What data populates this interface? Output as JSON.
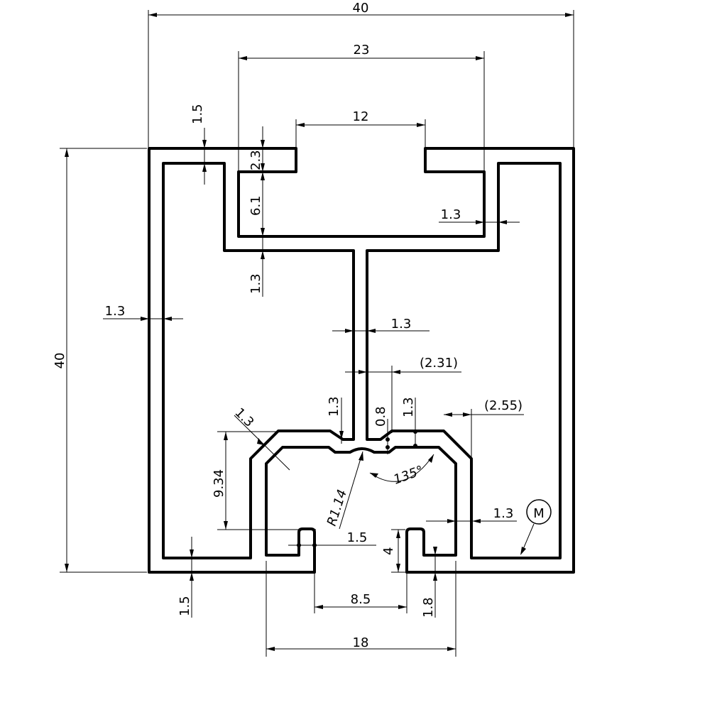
{
  "dimensions": {
    "overall_width": "40",
    "top_outer_span": "23",
    "top_slot_opening": "12",
    "top_flange_thickness": "1.5",
    "top_lip_height": "2.3",
    "channel_depth": "6.1",
    "channel_wall_right": "1.3",
    "channel_floor": "1.3",
    "overall_height": "40",
    "outer_wall_left": "1.3",
    "web_thickness": "1.3",
    "web_offset": "(2.31)",
    "lower_lip_left": "1.3",
    "groove_depth": "0.8",
    "lower_lip_right": "1.3",
    "right_offset": "(2.55)",
    "chamfer_wall": "1.3",
    "lower_chamber_height": "9.34",
    "groove_radius": "R1.14",
    "chamfer_angle": "135°",
    "right_wall": "1.3",
    "foot_thickness": "1.5",
    "lip_width": "1.5",
    "lip_height": "4",
    "slot_opening": "8.5",
    "bottom_flange_thickness": "1.5",
    "lip_right_thickness": "1.8",
    "bottom_span": "18"
  },
  "marker": "M"
}
